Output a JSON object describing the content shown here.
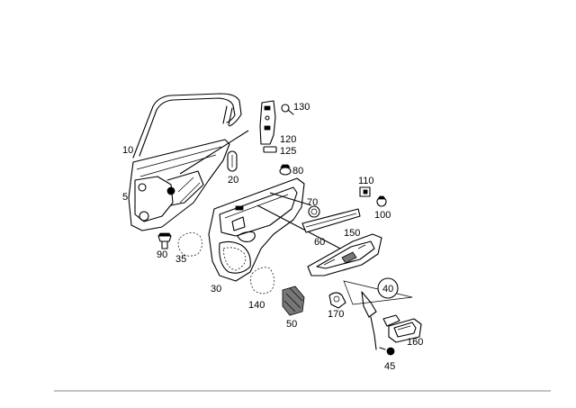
{
  "callouts": [
    {
      "id": "10",
      "label": "10"
    },
    {
      "id": "5",
      "label": "5"
    },
    {
      "id": "20",
      "label": "20"
    },
    {
      "id": "130",
      "label": "130"
    },
    {
      "id": "120",
      "label": "120"
    },
    {
      "id": "125",
      "label": "125"
    },
    {
      "id": "80",
      "label": "80"
    },
    {
      "id": "110",
      "label": "110"
    },
    {
      "id": "70",
      "label": "70"
    },
    {
      "id": "100",
      "label": "100"
    },
    {
      "id": "60",
      "label": "60"
    },
    {
      "id": "150",
      "label": "150"
    },
    {
      "id": "90",
      "label": "90"
    },
    {
      "id": "35",
      "label": "35"
    },
    {
      "id": "30",
      "label": "30"
    },
    {
      "id": "140",
      "label": "140"
    },
    {
      "id": "50",
      "label": "50"
    },
    {
      "id": "170",
      "label": "170"
    },
    {
      "id": "40",
      "label": "40"
    },
    {
      "id": "160",
      "label": "160"
    },
    {
      "id": "45",
      "label": "45"
    }
  ],
  "colors": {
    "line": "#000000",
    "background": "#ffffff",
    "rule": "#888888"
  }
}
